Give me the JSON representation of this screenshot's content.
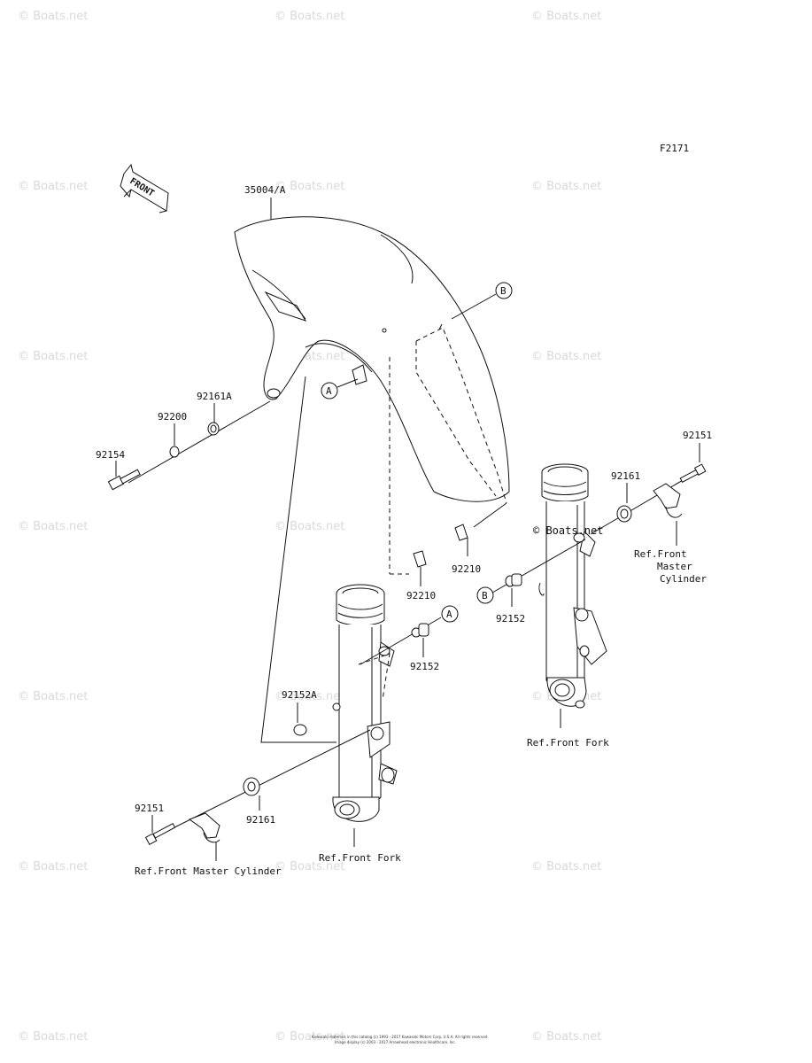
{
  "figure_code": "F2171",
  "front_arrow_label": "FRONT",
  "copyright_text": "© Boats.net",
  "watermark": "© Boats.net",
  "part_labels": {
    "fender": "35004/A",
    "bolt_left_top": "92154",
    "washer_left": "92200",
    "damper_left": "92161A",
    "clip_center": "92210",
    "clip_right": "92210",
    "collar_center": "92152",
    "collar_right": "92152",
    "collar_left": "92152A",
    "damper_bottom": "92161",
    "bolt_bottom": "92151",
    "damper_right": "92161",
    "bolt_right": "92151"
  },
  "ref_labels": {
    "fork_left": "Ref.Front Fork",
    "fork_right": "Ref.Front Fork",
    "master_cyl_bottom": "Ref.Front Master Cylinder",
    "master_cyl_right_line1": "Ref.Front",
    "master_cyl_right_line2": "Master",
    "master_cyl_right_line3": "Cylinder"
  },
  "callouts": {
    "a1": "A",
    "a2": "A",
    "b1": "B",
    "b2": "B"
  },
  "footer": {
    "line1": "Kawasaki materials in this catalog (c) 1993 - 2017 Kawasaki Motors Corp, U.S.A. All rights reserved.",
    "line2": "Image display (c) 2003 - 2017 Arrowhead electronic Healthcare, Inc."
  }
}
